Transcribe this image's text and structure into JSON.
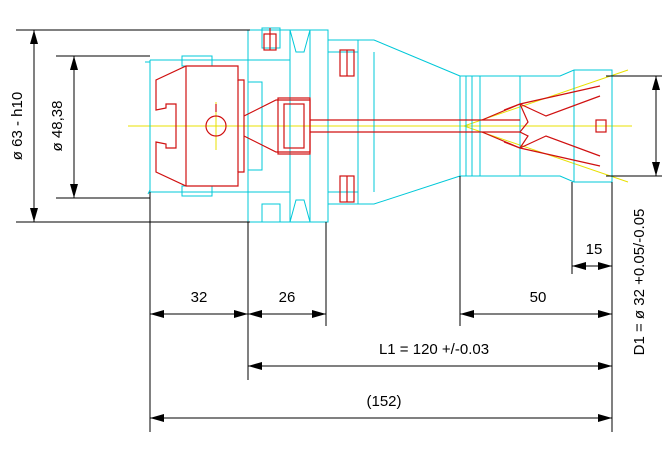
{
  "dimensions": {
    "outer_diameter": "ø 63 - h10",
    "inner_diameter": "ø 48,38",
    "width_32": "32",
    "width_26": "26",
    "length_50": "50",
    "length_15": "15",
    "l1": "L1 = 120 +/-0.03",
    "total": "(152)",
    "d1": "D1 = ø 32  +0.05/-0.05"
  },
  "colors": {
    "dimension_lines": "#000000",
    "outline": "#00c8d8",
    "section": "#d01010",
    "centerline": "#e8e000"
  }
}
